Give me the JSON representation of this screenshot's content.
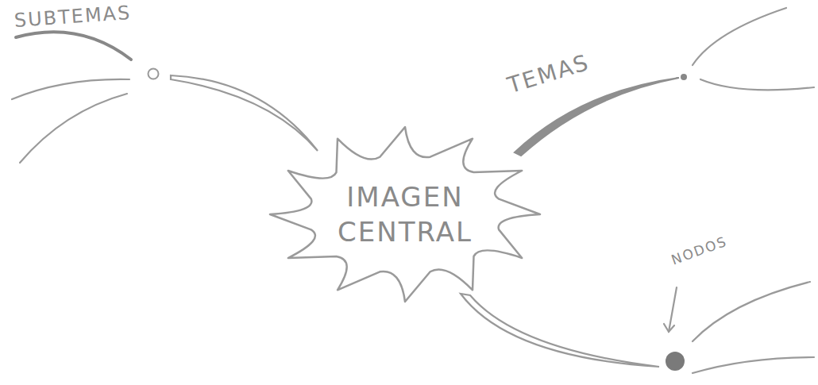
{
  "diagram": {
    "nodes": [
      {
        "text": [
          "IMAGEN CENTRAL"
        ]
      }
    ],
    "labels": [
      "SUBTEMAS",
      "TEMAS",
      "NODOS"
    ]
  }
}
